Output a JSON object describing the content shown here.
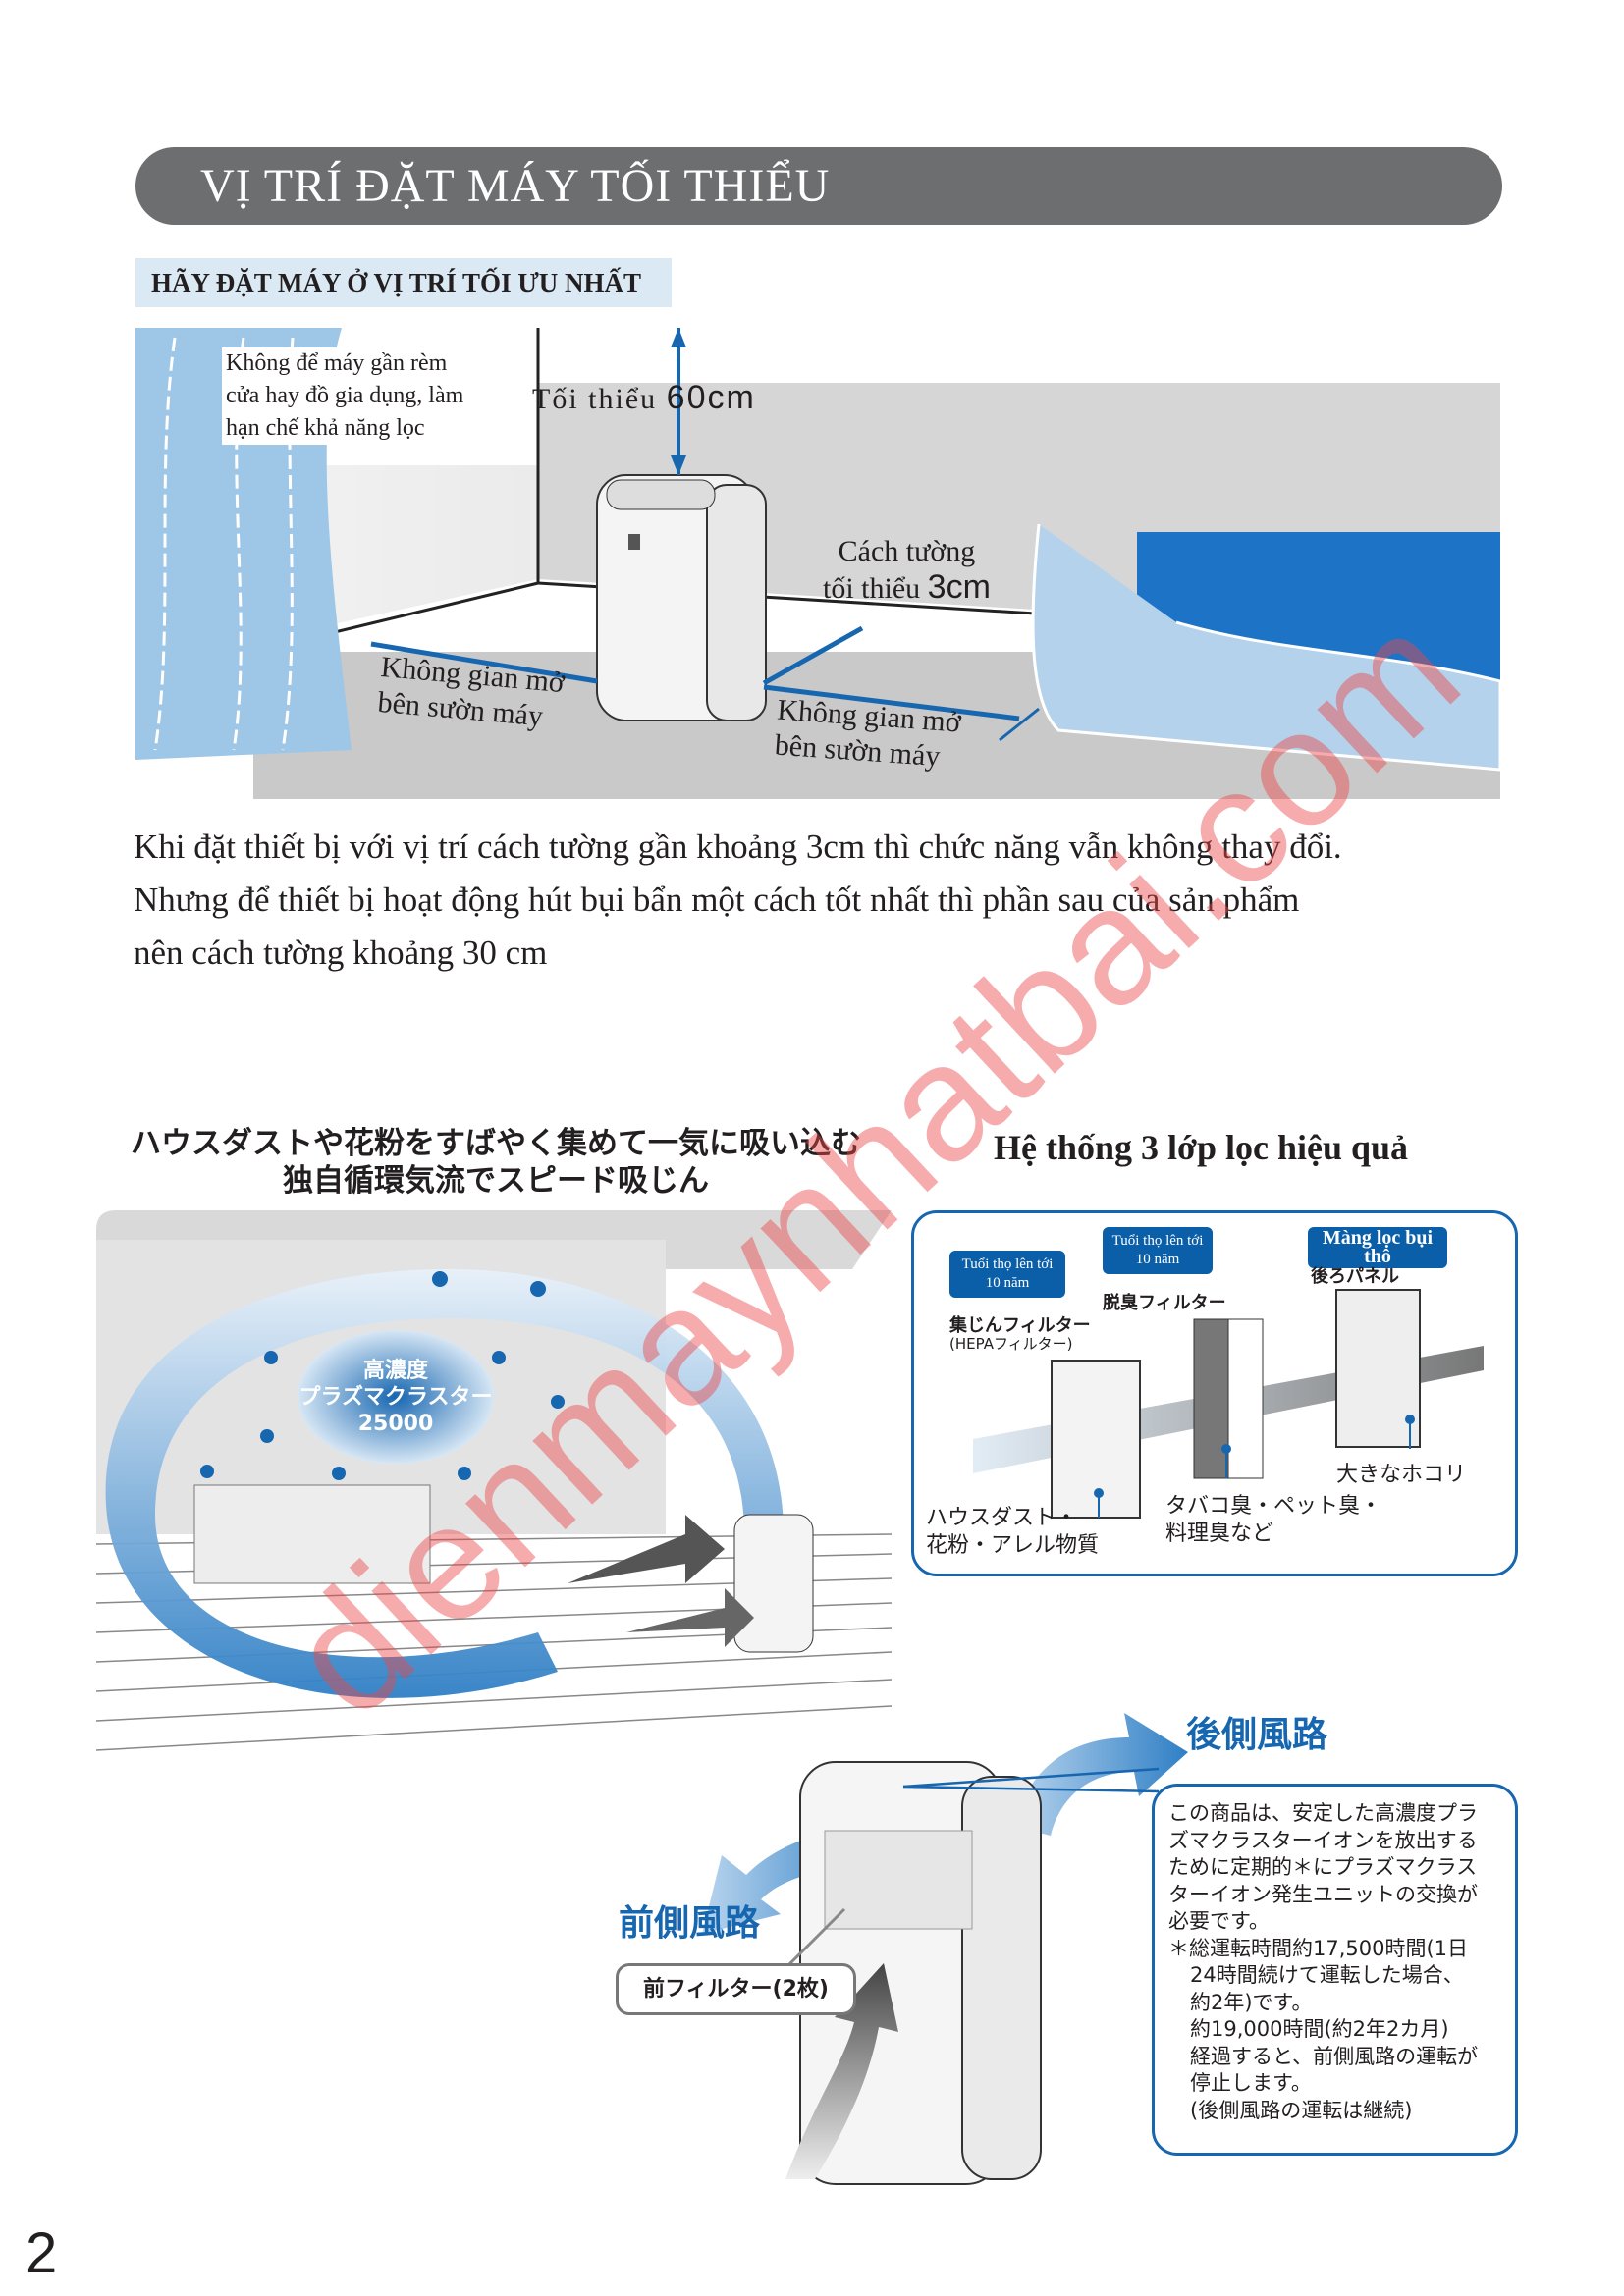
{
  "section1": {
    "title": "VỊ TRÍ ĐẶT MÁY TỐI THIỂU",
    "subtitle": "HÃY ĐẶT MÁY Ở VỊ TRÍ TỐI ƯU NHẤT",
    "diagram": {
      "curtain_note": [
        "Không để máy gần rèm",
        "cửa hay đồ gia dụng, làm",
        "hạn chế khả năng lọc"
      ],
      "top_label": "Tối thiểu",
      "top_value": "60cm",
      "wall_label_1": "Cách tường",
      "wall_label_2": "tối thiểu",
      "wall_value": "3cm",
      "left_space": [
        "Không gian mở",
        "bên sườn máy"
      ],
      "right_space": [
        "Không gian mở",
        "bên sườn máy"
      ]
    },
    "paragraph": [
      "Khi đặt thiết bị với vị trí cách tường gần khoảng 3cm thì chức năng vẫn không thay đổi.",
      "Nhưng để thiết bị hoạt động hút bụi bẩn một cách tốt nhất thì phần sau của sản phẩm",
      "nên cách tường khoảng 30 cm"
    ]
  },
  "section2": {
    "heading_jp": [
      "ハウスダストや花粉をすばやく集めて一気に吸い込む",
      "独自循環気流でスピード吸じん"
    ],
    "bubble": [
      "高濃度",
      "プラズマクラスター",
      "25000"
    ],
    "filter_heading": "Hệ thống 3 lớp lọc hiệu quả",
    "filters": [
      {
        "tag": [
          "Tuổi thọ lên tới",
          "10 năm"
        ],
        "name": "集じんフィルター",
        "sub": "(HEPAフィルター)",
        "catches": [
          "ハウスダスト・",
          "花粉・アレル物質"
        ]
      },
      {
        "tag": [
          "Tuổi thọ lên tới",
          "10 năm"
        ],
        "name": "脱臭フィルター",
        "catches": [
          "タバコ臭・ペット臭・",
          "料理臭など"
        ]
      },
      {
        "tag": [
          "Màng lọc bụi thô"
        ],
        "name": "後ろパネル",
        "catches": [
          "大きなホコリ"
        ]
      }
    ],
    "rear_path": "後側風路",
    "front_path": "前側風路",
    "front_filter": "前フィルター(2枚)",
    "note": [
      "この商品は、安定した高濃度プラ",
      "ズマクラスターイオンを放出する",
      "ために定期的＊にプラズマクラス",
      "ターイオン発生ユニットの交換が",
      "必要です。"
    ],
    "note_star": [
      "＊総運転時間約17,500時間(1日",
      "24時間続けて運転した場合、",
      "約2年)です。",
      "約19,000時間(約2年2カ月)",
      "経過すると、前側風路の運転が",
      "停止します。",
      "(後側風路の運転は継続)"
    ]
  },
  "page_number": "2",
  "watermark": "dienmaynhatbai.com",
  "colors": {
    "title_bar": "#6d6e70",
    "subtitle_bg": "#dbe9f4",
    "accent_blue": "#1766b0"
  }
}
